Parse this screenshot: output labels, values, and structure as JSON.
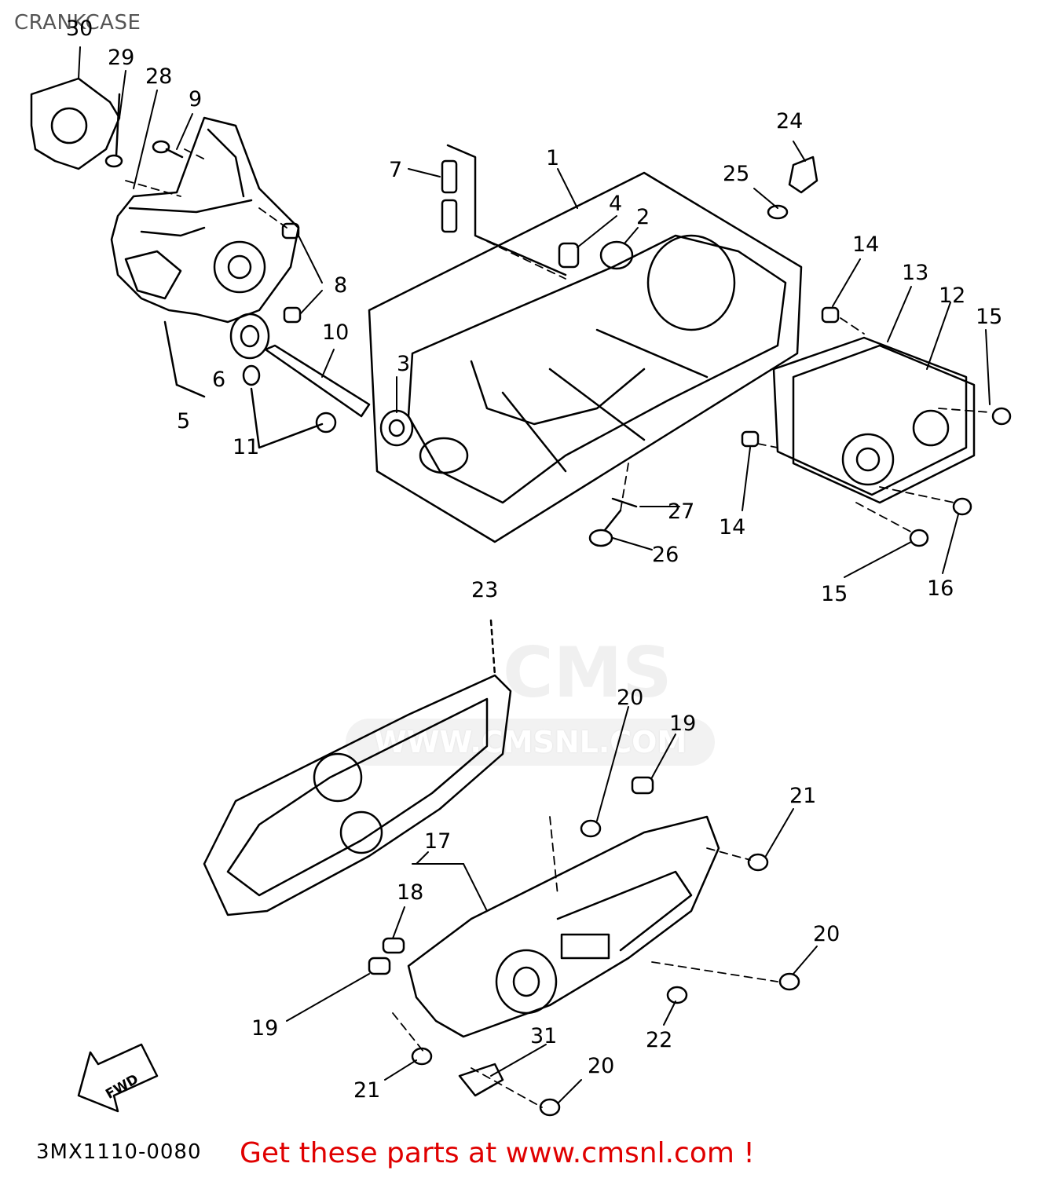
{
  "title": "CRANKCASE",
  "diagram_code": "3MX1110-0080",
  "promo_text": "Get these parts at www.cmsnl.com !",
  "watermark": {
    "logo": "CMS",
    "url": "WWW.CMSNL.COM"
  },
  "fwd_label": "FWD",
  "callouts": {
    "c1": "1",
    "c2": "2",
    "c3": "3",
    "c4": "4",
    "c5": "5",
    "c6": "6",
    "c7": "7",
    "c8": "8",
    "c9": "9",
    "c10": "10",
    "c11": "11",
    "c12": "12",
    "c13": "13",
    "c14a": "14",
    "c14b": "14",
    "c15a": "15",
    "c15b": "15",
    "c16": "16",
    "c17": "17",
    "c18": "18",
    "c19a": "19",
    "c19b": "19",
    "c20a": "20",
    "c20b": "20",
    "c20c": "20",
    "c21a": "21",
    "c21b": "21",
    "c22": "22",
    "c23": "23",
    "c24": "24",
    "c25": "25",
    "c26": "26",
    "c27": "27",
    "c28": "28",
    "c29": "29",
    "c30": "30",
    "c31": "31"
  }
}
